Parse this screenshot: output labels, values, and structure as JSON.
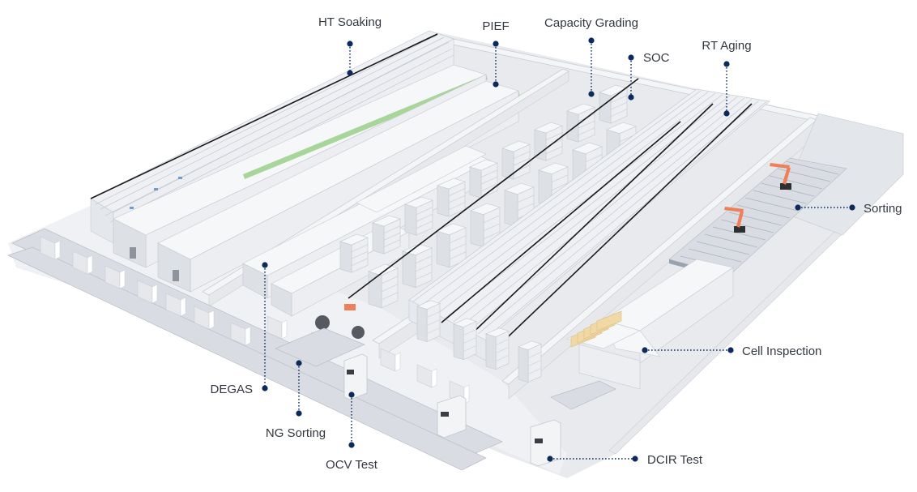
{
  "diagram": {
    "title": "Battery cell formation and grading production line",
    "accent_color": "#0a2b5c",
    "label_color": "#333840",
    "callouts": [
      {
        "id": "ht-soaking",
        "label": "HT Soaking",
        "orientation": "vertical"
      },
      {
        "id": "pief",
        "label": "PIEF",
        "orientation": "vertical"
      },
      {
        "id": "capacity-grading",
        "label": "Capacity Grading",
        "orientation": "vertical"
      },
      {
        "id": "soc",
        "label": "SOC",
        "orientation": "vertical"
      },
      {
        "id": "rt-aging",
        "label": "RT Aging",
        "orientation": "vertical"
      },
      {
        "id": "sorting",
        "label": "Sorting",
        "orientation": "horizontal"
      },
      {
        "id": "cell-inspection",
        "label": "Cell Inspection",
        "orientation": "horizontal"
      },
      {
        "id": "dcir-test",
        "label": "DCIR Test",
        "orientation": "horizontal"
      },
      {
        "id": "ocv-test",
        "label": "OCV Test",
        "orientation": "vertical"
      },
      {
        "id": "ng-sorting",
        "label": "NG Sorting",
        "orientation": "vertical"
      },
      {
        "id": "degas",
        "label": "DEGAS",
        "orientation": "vertical"
      }
    ],
    "zones": [
      {
        "id": "ht-soaking-zone",
        "type": "rack-storage",
        "name": "HT Soaking"
      },
      {
        "id": "pief-zone",
        "type": "chamber",
        "name": "PIEF"
      },
      {
        "id": "capacity-grading-zone",
        "type": "cabinet-rows",
        "name": "Capacity Grading"
      },
      {
        "id": "soc-zone",
        "type": "cabinet-rows",
        "name": "SOC"
      },
      {
        "id": "rt-aging-zone",
        "type": "rack-storage",
        "name": "RT Aging"
      },
      {
        "id": "sorting-zone",
        "type": "robot-cell",
        "name": "Sorting",
        "robots": 2
      },
      {
        "id": "cell-inspection-zone",
        "type": "machine",
        "name": "Cell Inspection"
      },
      {
        "id": "dcir-test-zone",
        "type": "test-cabinet",
        "name": "DCIR Test"
      },
      {
        "id": "ocv-test-zone",
        "type": "test-cabinet",
        "name": "OCV Test"
      },
      {
        "id": "ng-sorting-zone",
        "type": "conveyor",
        "name": "NG Sorting"
      },
      {
        "id": "degas-zone",
        "type": "machine",
        "name": "DEGAS"
      }
    ]
  }
}
